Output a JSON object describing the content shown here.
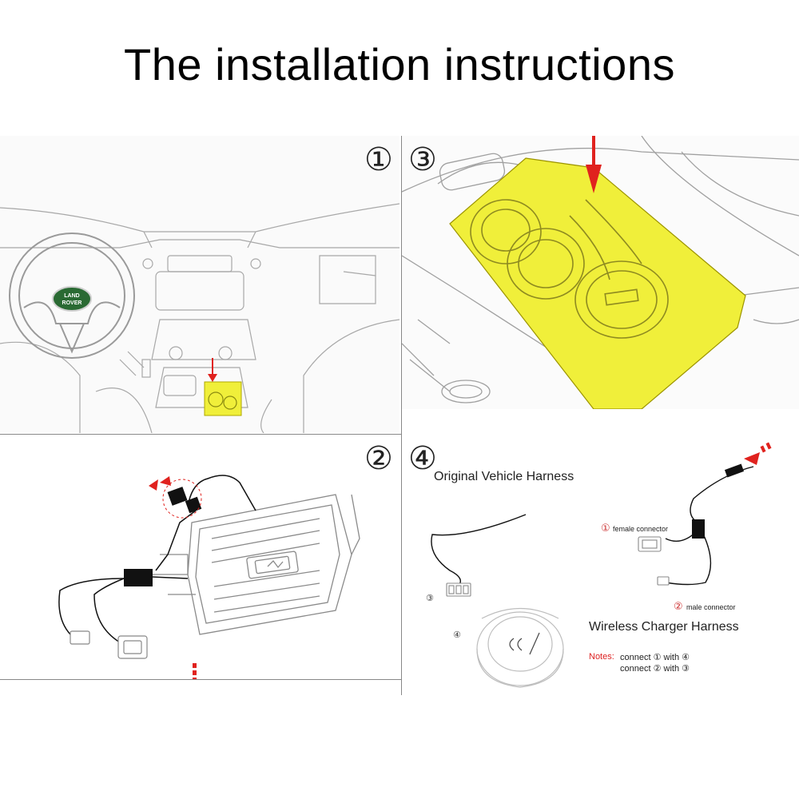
{
  "title": "The installation instructions",
  "steps": {
    "step1": {
      "badge": "①",
      "logo_line1": "LAND",
      "logo_line2": "ROVER"
    },
    "step2": {
      "badge": "②"
    },
    "step3": {
      "badge": "③"
    },
    "step4": {
      "badge": "④",
      "original_harness": "Original Vehicle Harness",
      "wireless_harness": "Wireless Charger Harness",
      "female_num": "①",
      "female_label": "female connector",
      "male_num": "②",
      "male_label": "male connector",
      "socket_num_3": "③",
      "socket_num_4": "④",
      "notes_label": "Notes:",
      "note_line1": "connect  ① with ④",
      "note_line2": "connect  ② with ③"
    }
  },
  "colors": {
    "highlight": "#f0ef3a",
    "arrow_red": "#e0221e",
    "line": "#9a9a9a",
    "logo_green": "#2a6a33"
  }
}
